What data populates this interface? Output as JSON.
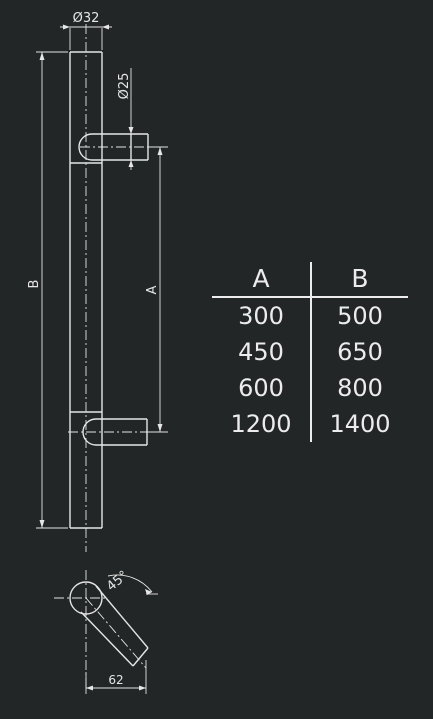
{
  "dimensions": {
    "bar_diameter": "Ø32",
    "standoff_diameter": "Ø25",
    "length_b": "B",
    "spacing_a": "A",
    "angle": "45°",
    "offset": "62"
  },
  "table": {
    "headers": [
      "A",
      "B"
    ],
    "rows": [
      [
        "300",
        "500"
      ],
      [
        "450",
        "650"
      ],
      [
        "600",
        "800"
      ],
      [
        "1200",
        "1400"
      ]
    ]
  }
}
